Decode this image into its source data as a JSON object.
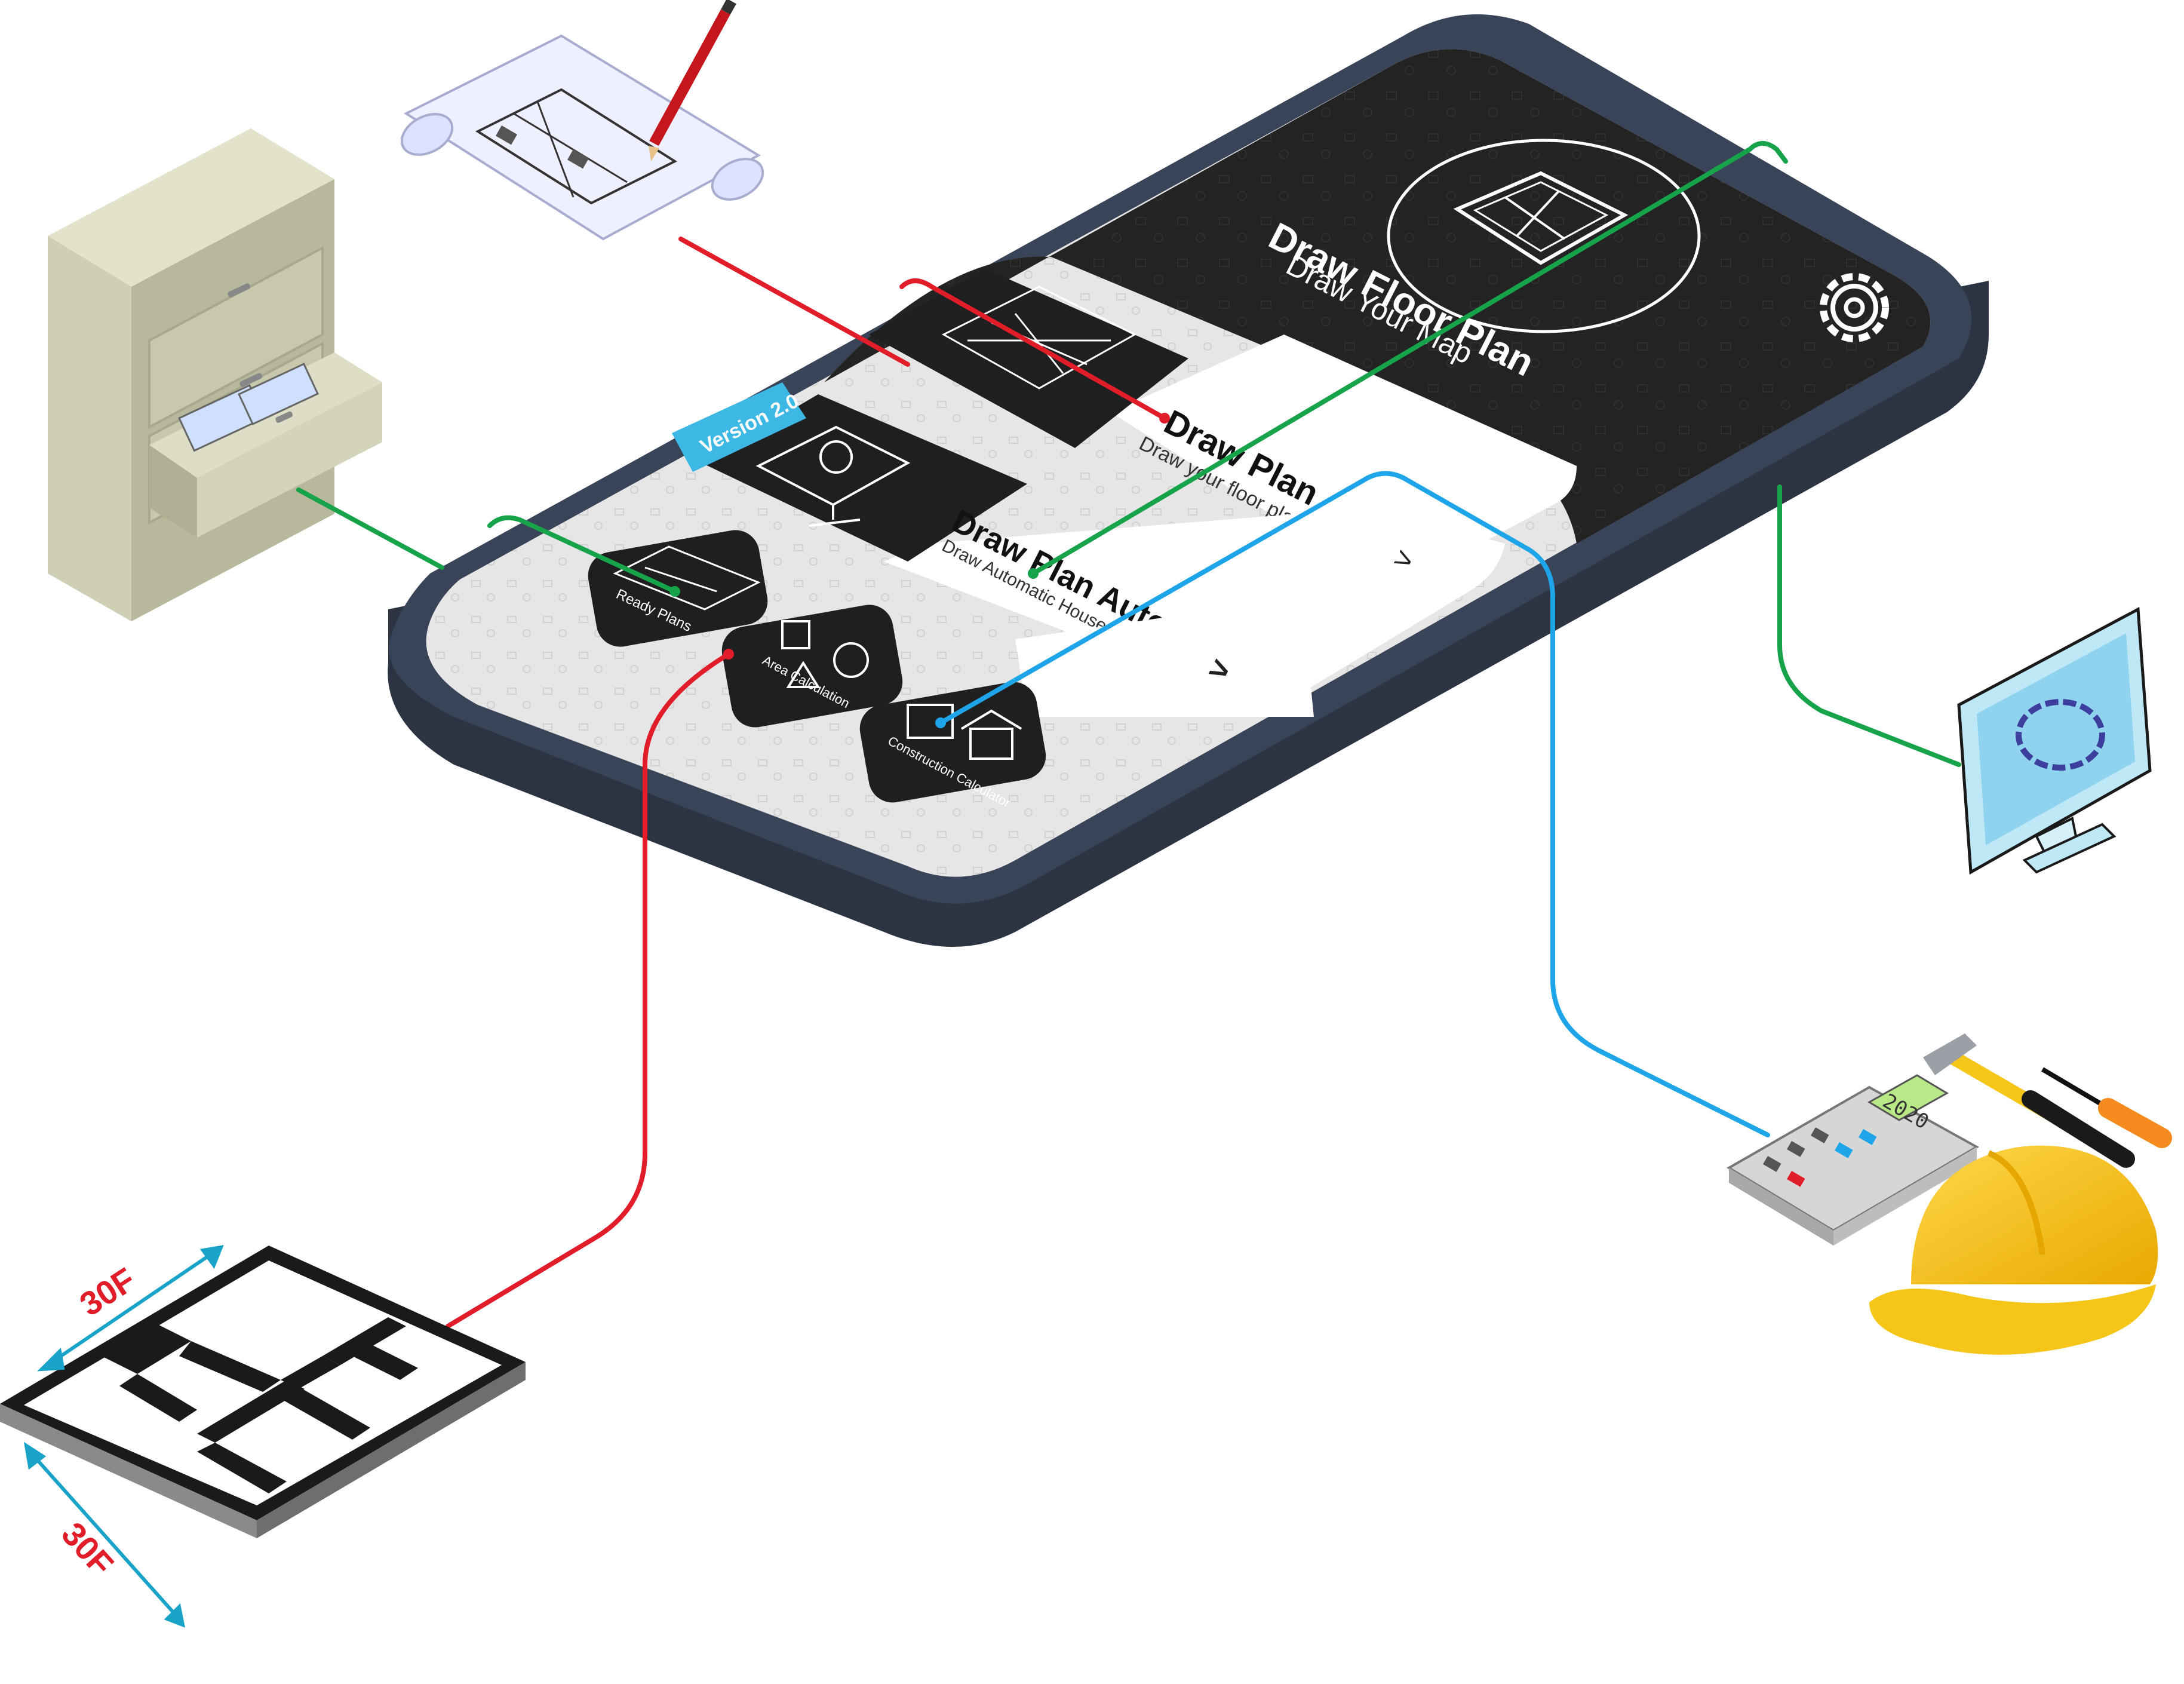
{
  "app": {
    "title": "Draw Floor Plan",
    "subtitle": "Draw Your Map",
    "version_badge": "Version 2.0"
  },
  "cards": [
    {
      "title": "Draw Plan",
      "subtitle": "Draw your floor plan",
      "chevron": ">"
    },
    {
      "title": "Draw Plan Auto",
      "subtitle": "Draw Automatic House Plan",
      "chevron": ">"
    }
  ],
  "quick_buttons": [
    {
      "label": "Ready Plans"
    },
    {
      "label": "Area Calculation"
    },
    {
      "label": "Construction Calculator"
    }
  ],
  "floorplan": {
    "dimension_top": "30F",
    "dimension_left": "30F"
  },
  "calculator": {
    "display": "2020"
  },
  "colors": {
    "connector_red": "#e11d2a",
    "connector_green": "#16a34a",
    "connector_blue": "#1ea5e9",
    "phone_frame": "#3a4458",
    "phone_header": "#1f1f1f",
    "badge": "#3db7e4",
    "dimension_text": "#e11d2a",
    "dimension_arrow": "#1aa3c8",
    "helmet": "#f5c518"
  },
  "icons": {
    "settings": "gear-icon",
    "logo": "floor-plan-logo-icon",
    "ready_plans": "blueprint-icon",
    "area": "shapes-icon",
    "construction": "calculator-house-icon",
    "card1": "house-sketch-icon",
    "card2": "brain-monitor-icon"
  }
}
